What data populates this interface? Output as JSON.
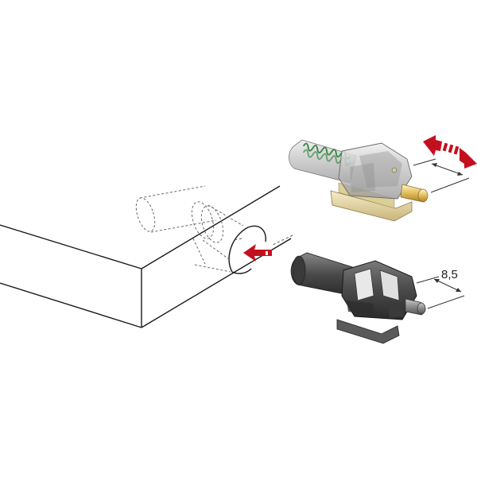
{
  "dimension": {
    "label": "8,5"
  },
  "colors": {
    "background": "#ffffff",
    "line": "#1a1a1a",
    "arrow_red": "#c4101e",
    "spring_green": "#3f8a4a",
    "pin_gold": "#e8c56a",
    "housing_dark": "#4a4a4a",
    "housing_translucent": "#cfcfcf",
    "base_beige": "#e9dcae"
  },
  "icons": {
    "insert_arrow": "arrow-left-solid-dashed",
    "motion_arrow": "double-arrow-dashed"
  }
}
